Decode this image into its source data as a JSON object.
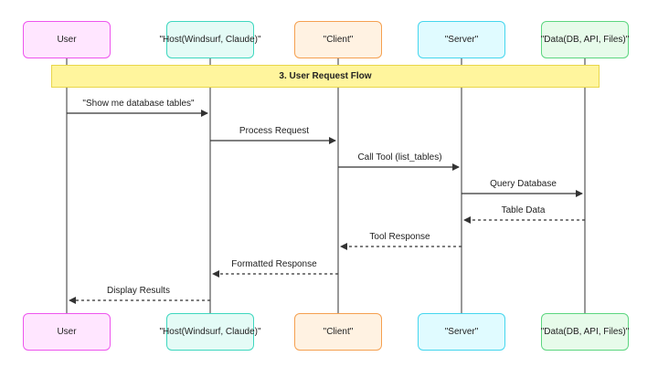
{
  "participants": [
    {
      "id": "user",
      "label": "User",
      "fill": "#ffe6ff",
      "stroke": "#ee55ee"
    },
    {
      "id": "host",
      "label": "\"Host(Windsurf, Claude)\"",
      "fill": "#e4fbf6",
      "stroke": "#3ed7bf"
    },
    {
      "id": "client",
      "label": "\"Client\"",
      "fill": "#fff2e2",
      "stroke": "#f5a050"
    },
    {
      "id": "server",
      "label": "\"Server\"",
      "fill": "#e0fbff",
      "stroke": "#45d6ee"
    },
    {
      "id": "data",
      "label": "\"Data(DB, API, Files)\"",
      "fill": "#e7fbea",
      "stroke": "#5cd67f"
    }
  ],
  "note": {
    "label": "3. User Request Flow"
  },
  "messages": [
    {
      "from": "user",
      "to": "host",
      "label": "\"Show me database tables\"",
      "style": "solid"
    },
    {
      "from": "host",
      "to": "client",
      "label": "Process Request",
      "style": "solid"
    },
    {
      "from": "client",
      "to": "server",
      "label": "Call Tool (list_tables)",
      "style": "solid"
    },
    {
      "from": "server",
      "to": "data",
      "label": "Query Database",
      "style": "solid"
    },
    {
      "from": "data",
      "to": "server",
      "label": "Table Data",
      "style": "dashed"
    },
    {
      "from": "server",
      "to": "client",
      "label": "Tool Response",
      "style": "dashed"
    },
    {
      "from": "client",
      "to": "host",
      "label": "Formatted Response",
      "style": "dashed"
    },
    {
      "from": "host",
      "to": "user",
      "label": "Display Results",
      "style": "dashed"
    }
  ],
  "colors": {
    "lifeline": "#333333",
    "arrow": "#333333"
  }
}
